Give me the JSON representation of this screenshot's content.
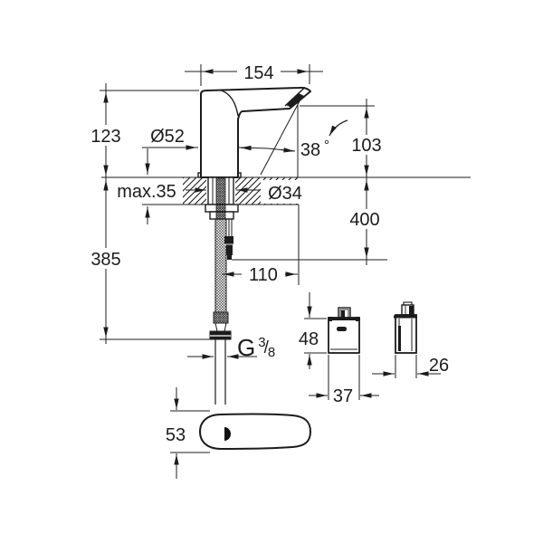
{
  "colors": {
    "line": "#1c1c1c",
    "background": "#ffffff"
  },
  "dims": {
    "spout_reach": "154",
    "height_above_deck": "123",
    "body_diameter": "Ø52",
    "spray_angle": "38",
    "spray_angle_unit": "°",
    "outlet_height": "103",
    "deck_max_thickness": "max.35",
    "mounting_hole_diameter": "Ø34",
    "connection_drop": "400",
    "hose_length": "385",
    "horizontal_offset": "110",
    "thread": {
      "letter": "G",
      "numerator": "3",
      "slash": "/",
      "denominator": "8"
    },
    "control_box_height": "48",
    "control_box_width": "37",
    "control_box_depth": "26",
    "top_view_width": "53"
  }
}
